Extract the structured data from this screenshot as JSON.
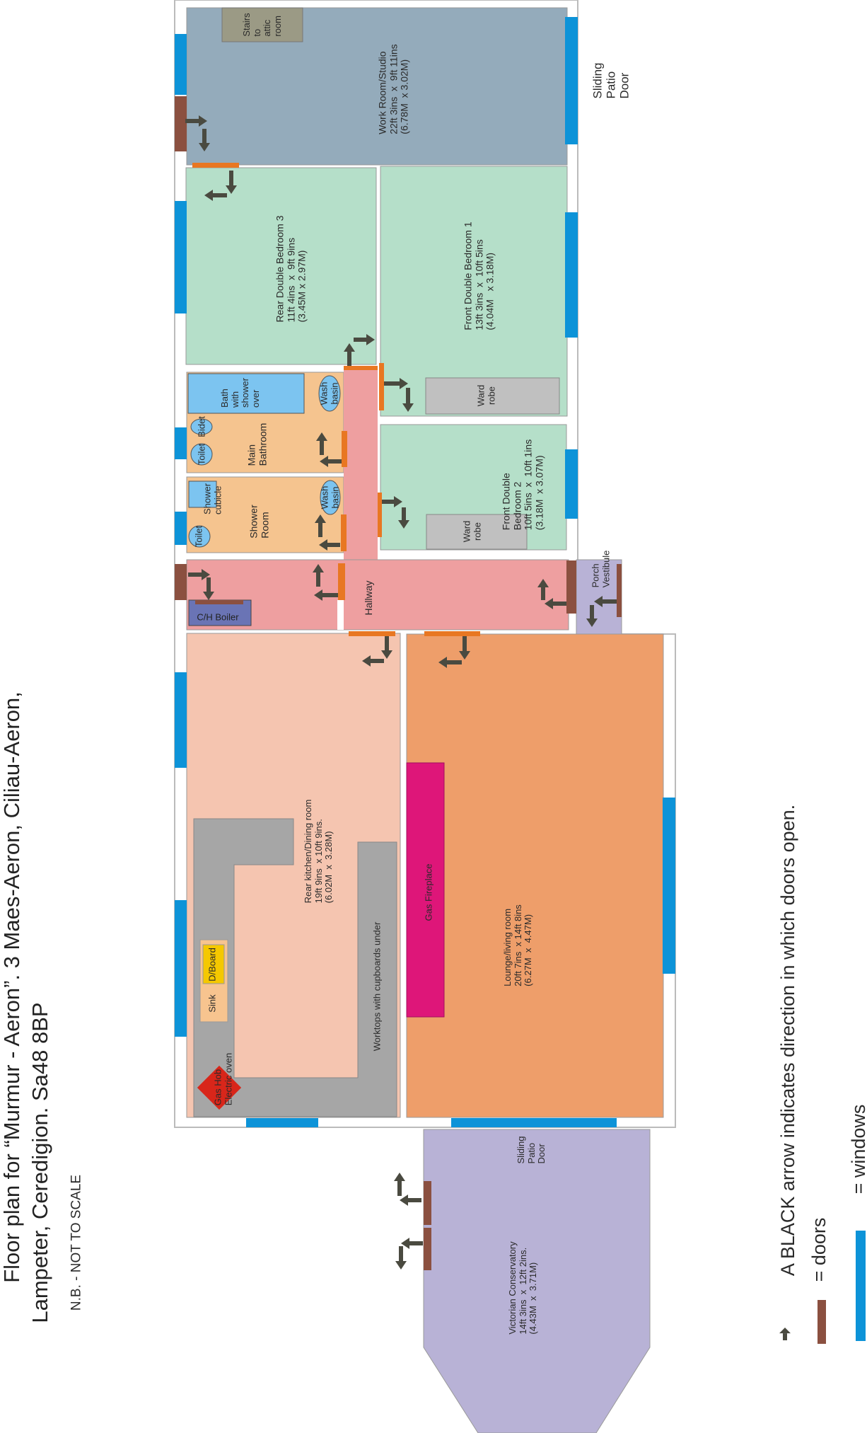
{
  "title": {
    "line1": "Floor plan for “Murmur - Aeron”. 3 Maes-Aeron, Ciliau-Aeron,",
    "line2": "Lampeter, Ceredigion. Sa48 8BP",
    "note": "N.B. - NOT TO SCALE"
  },
  "rooms": {
    "work_room": "Work Room/Studio\n22ft 3ins  x  9ft 11ins\n(6.78M  x 3.02M)",
    "stairs": "Stairs\nto\nattic\nroom",
    "patio_door_top": "Sliding\nPatio\nDoor",
    "bedroom3": "Rear Double Bedroom 3\n11ft 4ins  x  9ft 9ins\n(3.45M x 2.97M)",
    "bedroom1": "Front Double Bedroom 1\n13ft 3ins  x  10ft 5ins\n(4.04M   x 3.18M)",
    "wardrobe1": "Ward\nrobe",
    "bath": "Bath\nwith\nshower\nover",
    "wash_basin_main": "Wash\nbasin",
    "bidet": "Bidet",
    "toilet_main": "Toilet",
    "main_bathroom": "Main\nBathroom",
    "shower_cubicle": "Shower\ncubicle",
    "shower_room": "Shower\nRoom",
    "toilet_shower": "Toilet",
    "wash_basin_shower": "Wash\nbasin",
    "bedroom2": "Front Double\nBedroom 2\n10ft 5ins  x  10ft 1ins\n(3.18M  x 3.07M)",
    "wardrobe2": "Ward\nrobe",
    "hallway": "Hallway",
    "porch": "Porch\nVestibule",
    "boiler": "C/H Boiler",
    "kitchen": "Rear kitchen/Dining room\n19ft 9ins  x 10ft 9ins.\n(6.02M  x  3.28M)",
    "worktops": "Worktops with cupboards under",
    "fireplace": "Gas Fireplace",
    "lounge": "Lounge/living room\n20ft 7ins  x 14ft 8ins\n(6.27M  x  4.47M)",
    "sink": "Sink",
    "dboard": "D/Board",
    "hob": "Gas Hob\nElectric oven",
    "patio_door_bottom": "Sliding\nPatio\nDoor",
    "conservatory": "Victorian Conservatory\n14ft 3ins  x  12ft 2ins.\n(4.43M  x  3.71M)"
  },
  "legend": {
    "arrow_text": "A BLACK arrow indicates direction in which doors open.",
    "doors_text": "= doors",
    "windows_text": "= windows"
  },
  "colors": {
    "work_room": "#94abbb",
    "bedroom": "#b5dfc9",
    "bathroom": "#f5c48f",
    "hallway": "#ee9fa0",
    "kitchen": "#f5c5b0",
    "lounge": "#ee9e6a",
    "conservatory": "#b8b2d6",
    "window": "#0d93d8",
    "door": "#8b5040",
    "internal_door": "#e87722",
    "arrow": "#4a4a40"
  }
}
